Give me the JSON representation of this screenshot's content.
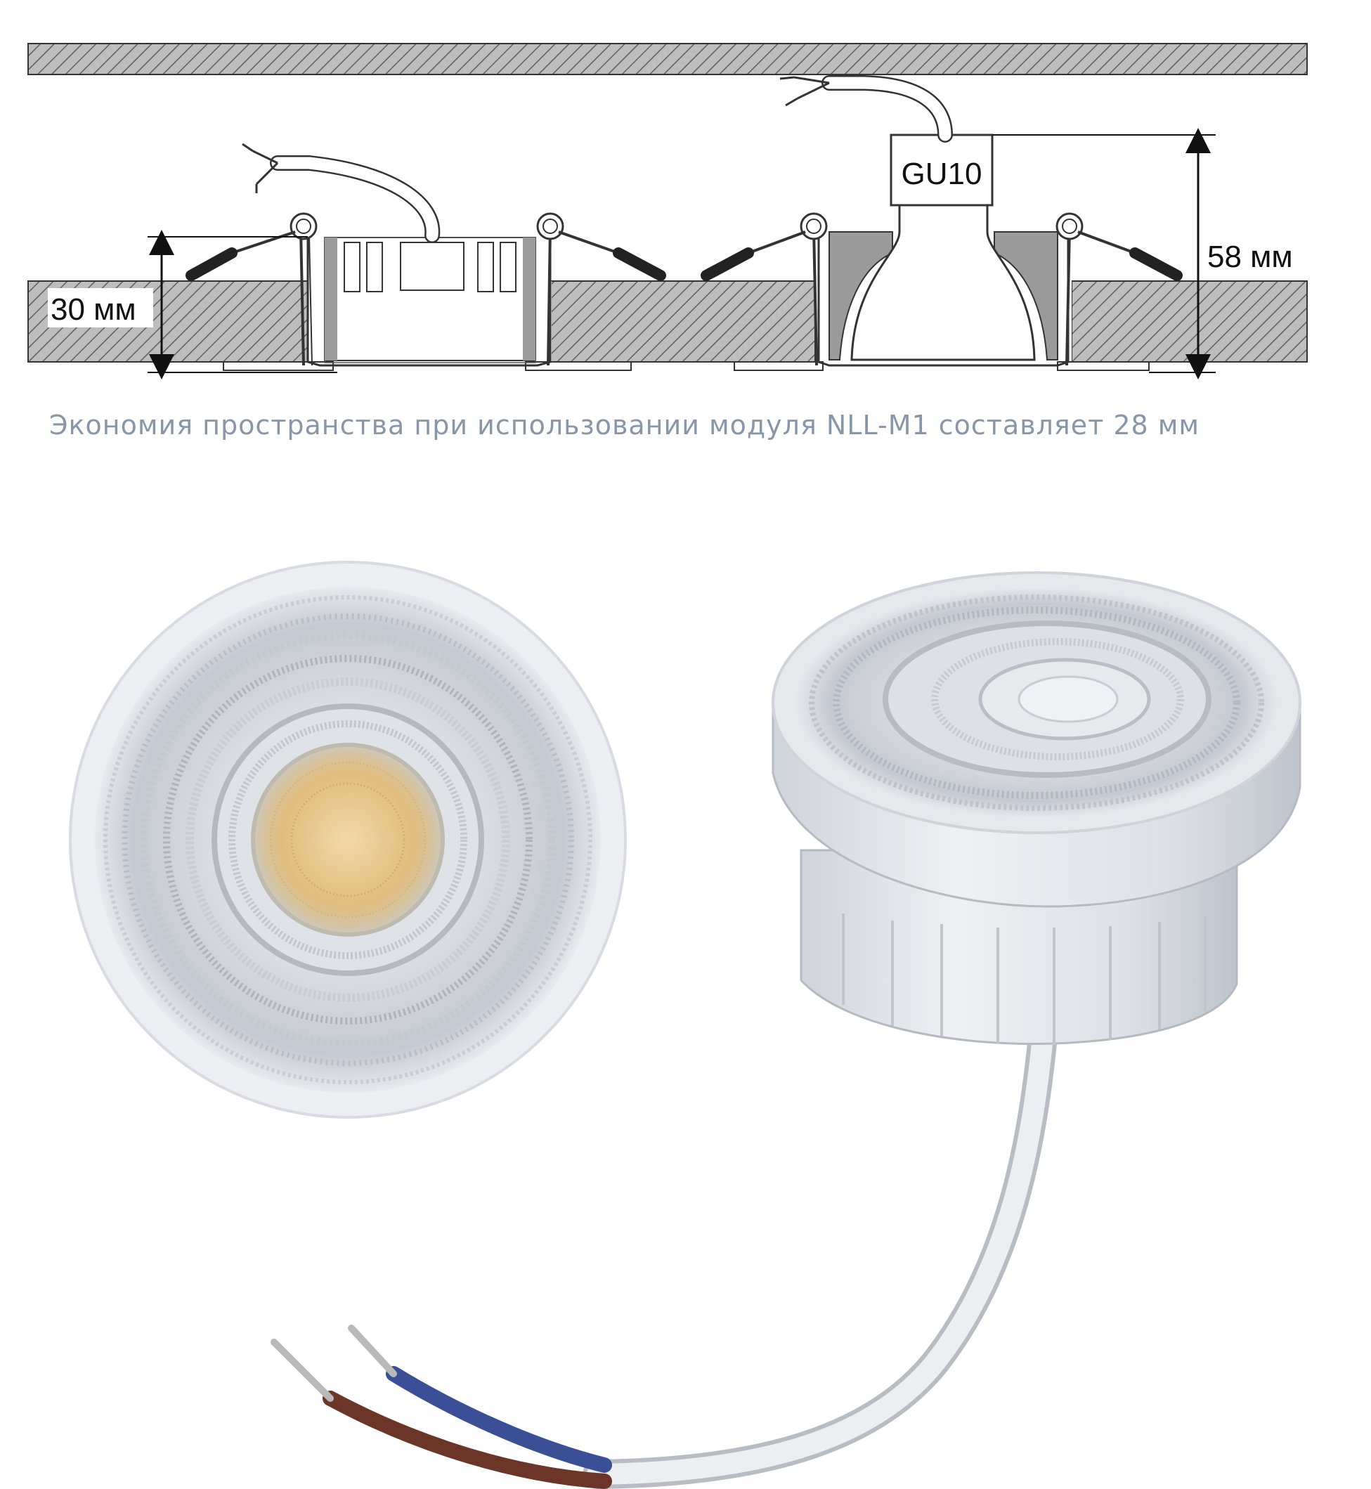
{
  "labels": {
    "height_left": "30 мм",
    "socket": "GU10",
    "height_right": "58 мм",
    "caption": "Экономия пространства при использовании модуля NLL-M1 составляет 28 мм"
  },
  "colors": {
    "hatch_fill": "#bdbdbd",
    "hatch_line": "#6a6a6a",
    "caption": "#8796a8",
    "housing": "#e8eaee",
    "led_core": "#e9c98c",
    "wire_blue": "#3a4f96",
    "wire_brown": "#6b3527"
  }
}
